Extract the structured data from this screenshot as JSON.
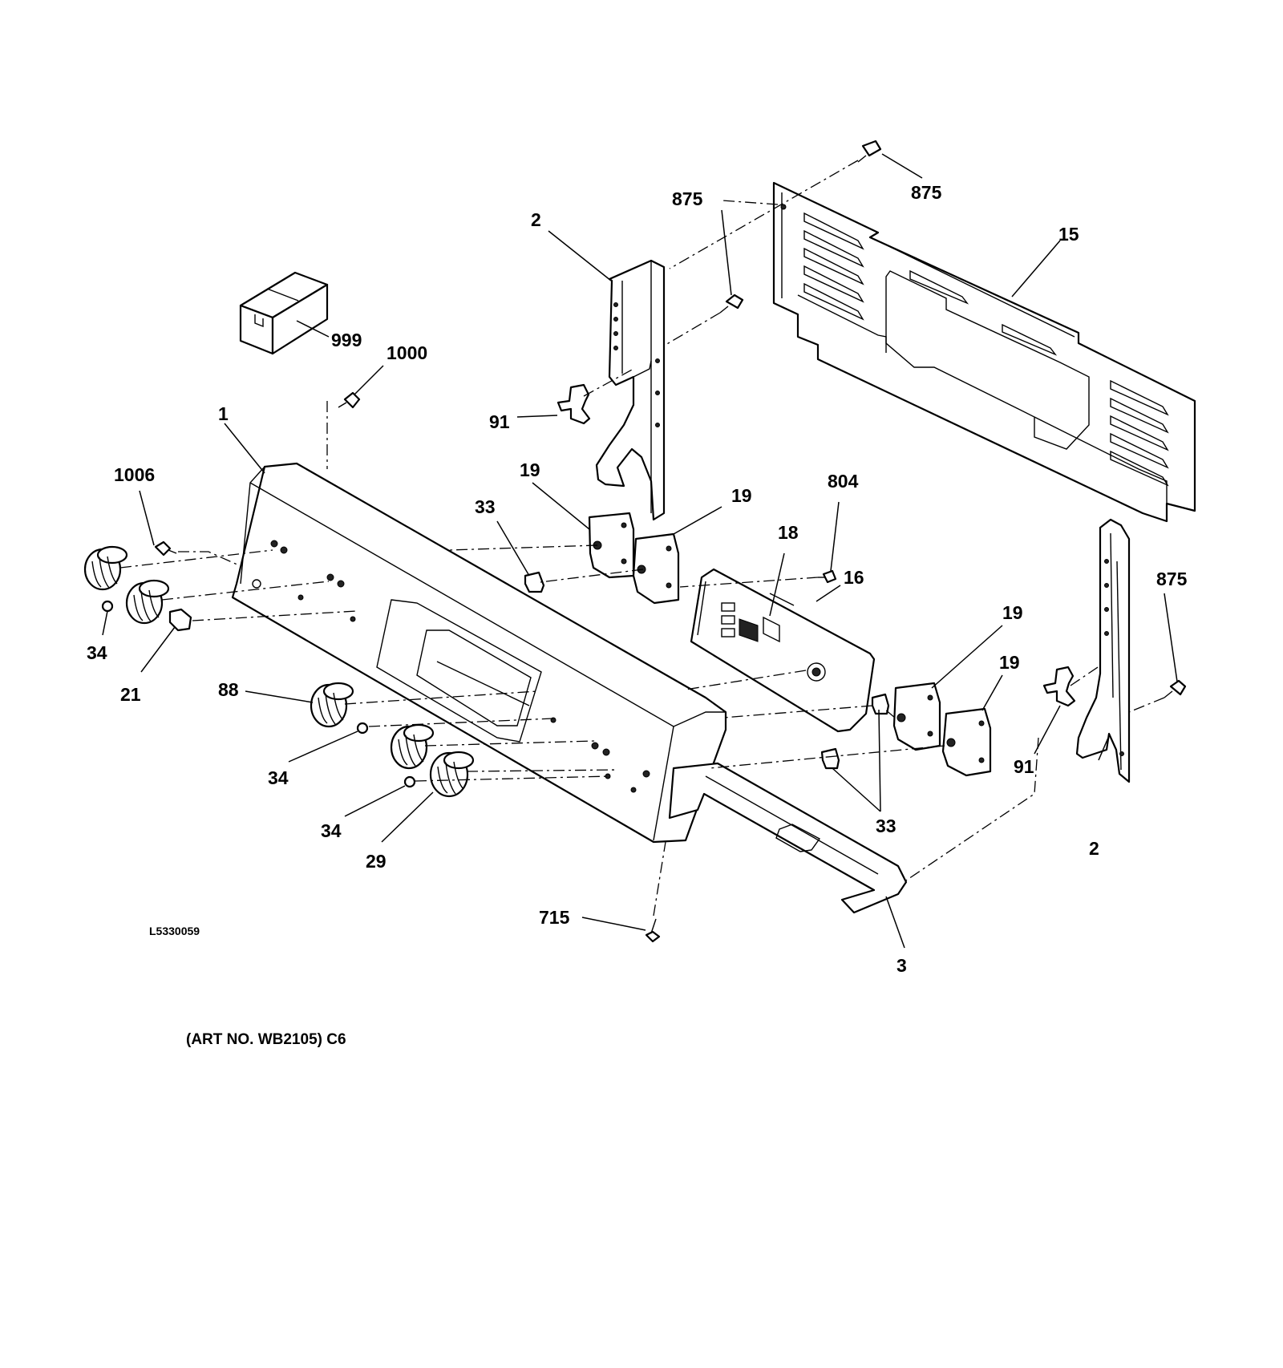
{
  "diagram": {
    "drawing_code": "L5330059",
    "art_number": "(ART NO. WB2105) C6",
    "callouts": [
      {
        "id": "c-875-top",
        "text": "875"
      },
      {
        "id": "c-875-mid",
        "text": "875"
      },
      {
        "id": "c-875-right",
        "text": "875"
      },
      {
        "id": "c-2-top",
        "text": "2"
      },
      {
        "id": "c-2-right",
        "text": "2"
      },
      {
        "id": "c-15",
        "text": "15"
      },
      {
        "id": "c-999",
        "text": "999"
      },
      {
        "id": "c-1000",
        "text": "1000"
      },
      {
        "id": "c-91-left",
        "text": "91"
      },
      {
        "id": "c-91-right",
        "text": "91"
      },
      {
        "id": "c-1",
        "text": "1"
      },
      {
        "id": "c-1006",
        "text": "1006"
      },
      {
        "id": "c-19-a",
        "text": "19"
      },
      {
        "id": "c-19-b",
        "text": "19"
      },
      {
        "id": "c-19-c",
        "text": "19"
      },
      {
        "id": "c-19-d",
        "text": "19"
      },
      {
        "id": "c-804",
        "text": "804"
      },
      {
        "id": "c-33-top",
        "text": "33"
      },
      {
        "id": "c-33-bottom",
        "text": "33"
      },
      {
        "id": "c-18",
        "text": "18"
      },
      {
        "id": "c-16",
        "text": "16"
      },
      {
        "id": "c-34-a",
        "text": "34"
      },
      {
        "id": "c-34-b",
        "text": "34"
      },
      {
        "id": "c-34-c",
        "text": "34"
      },
      {
        "id": "c-21",
        "text": "21"
      },
      {
        "id": "c-88",
        "text": "88"
      },
      {
        "id": "c-29",
        "text": "29"
      },
      {
        "id": "c-715",
        "text": "715"
      },
      {
        "id": "c-3",
        "text": "3"
      }
    ]
  }
}
